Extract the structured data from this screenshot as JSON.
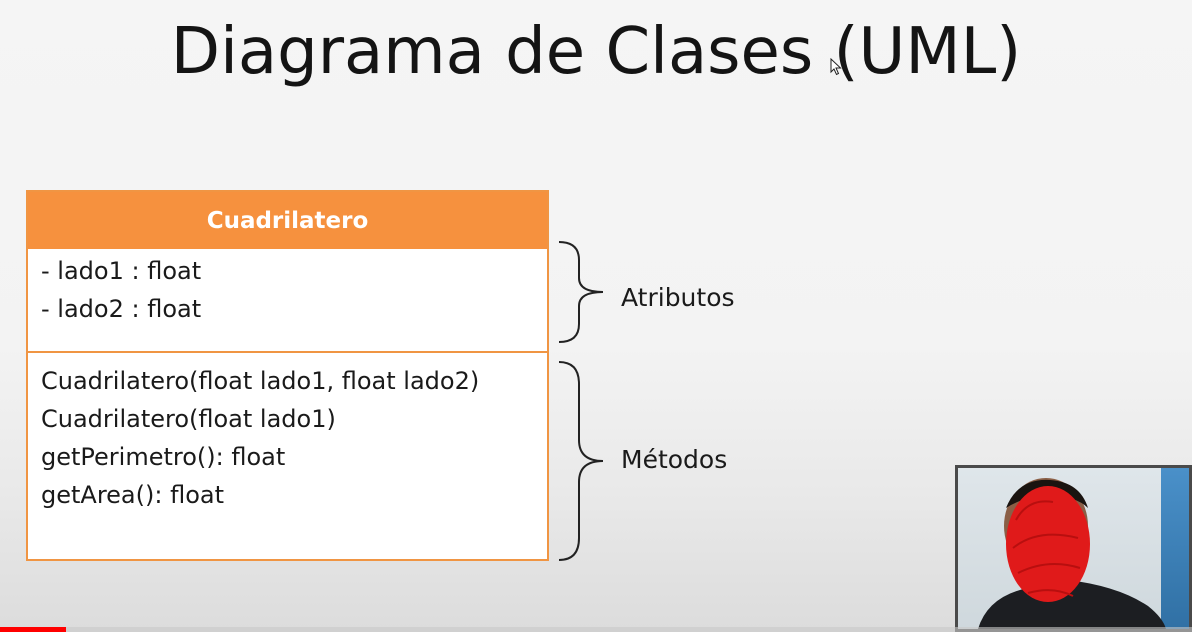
{
  "slide": {
    "title": "Diagrama de Clases (UML)"
  },
  "uml_class": {
    "name": "Cuadrilatero",
    "attributes": [
      "- lado1 : float",
      "- lado2 : float"
    ],
    "methods": [
      "Cuadrilatero(float lado1, float lado2)",
      "Cuadrilatero(float lado1)",
      "getPerimetro(): float",
      "getArea(): float"
    ]
  },
  "annotations": {
    "attributes_label": "Atributos",
    "methods_label": "Métodos"
  },
  "video": {
    "progress_fraction": 0.055
  },
  "colors": {
    "header_fill": "#f6913e",
    "border": "#f09543",
    "progress": "#ff0000"
  }
}
